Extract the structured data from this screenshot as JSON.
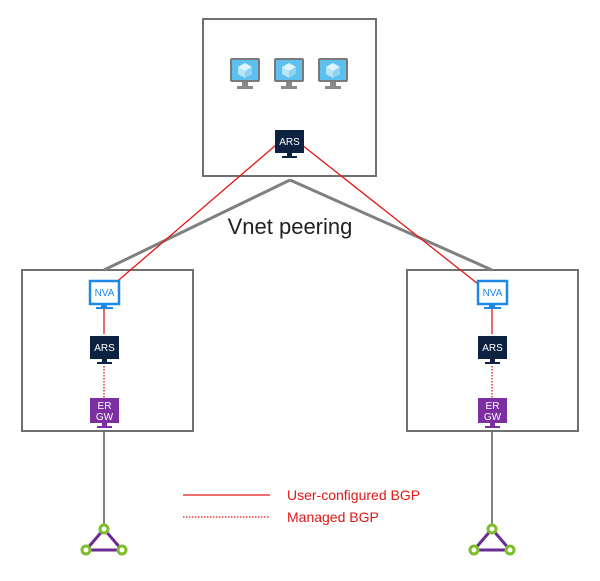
{
  "diagram": {
    "peering_label": "Vnet peering",
    "hub": {
      "ars_label": "ARS"
    },
    "spokes": [
      {
        "nva_label": "NVA",
        "ars_label": "ARS",
        "gw_line1": "ER",
        "gw_line2": "GW"
      },
      {
        "nva_label": "NVA",
        "ars_label": "ARS",
        "gw_line1": "ER",
        "gw_line2": "GW"
      }
    ],
    "legend": {
      "user_configured": "User-configured BGP",
      "managed": "Managed BGP"
    },
    "colors": {
      "box_border": "#707070",
      "peering_line": "#808080",
      "bgp_red": "#e01818",
      "ars_dark": "#0d2240",
      "nva_blue": "#1e88e5",
      "ergw_purple": "#7b2fa0",
      "circuit_green": "#7cbd2a",
      "circuit_purple": "#6a2c91",
      "vm_blue": "#4fb3e8"
    },
    "icons": [
      "vm-icon",
      "router-ars-icon",
      "nva-icon",
      "er-gateway-icon",
      "expressroute-circuit-icon"
    ]
  }
}
